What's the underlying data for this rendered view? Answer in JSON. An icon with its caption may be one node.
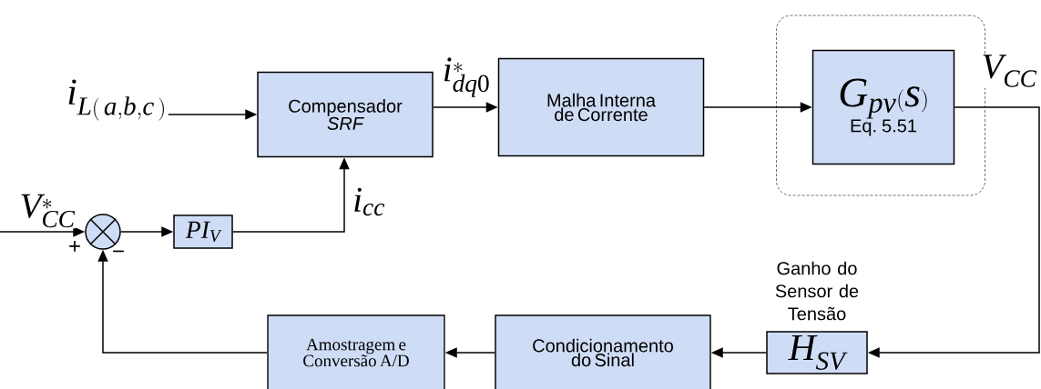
{
  "diagram": {
    "nodes": [
      {
        "text": [
          "i_{L(\\,a,b,c\\,)}"
        ]
      },
      {
        "text": [
          "Compensador",
          "SRF"
        ]
      },
      {
        "text": [
          "Malha Interna de Corrente"
        ]
      },
      {
        "text": [],
        "shape": "box"
      },
      {
        "text": [
          "G_{pv}(s)",
          "Eq. 5.51"
        ],
        "in": 3
      },
      {
        "text": [],
        "shape": "circle"
      },
      {
        "text": [
          "PI_{V}"
        ]
      },
      {
        "text": [
          "H_{SV}"
        ],
        "beside": [
          "Ganho do Sensor de Tensão"
        ]
      },
      {
        "text": [
          "Condicionamento do Sinal"
        ]
      },
      {
        "text": [
          "Amostragem e Conversão A/D"
        ]
      }
    ],
    "edges": [
      {
        "from": 0,
        "to": 1,
        "arrow": "to"
      },
      {
        "from": 1,
        "to": 2,
        "arrow": "to",
        "label": "i^{*}_{dq0}"
      },
      {
        "from": 2,
        "to": 4,
        "arrow": "to"
      },
      {
        "from": 4,
        "to": 7,
        "arrow": "to",
        "label": "V_{CC}"
      },
      {
        "from": null,
        "to": 5,
        "arrow": "to",
        "label": "V^{*}_{CC}"
      },
      {
        "from": 5,
        "to": 6,
        "arrow": "to"
      },
      {
        "from": 6,
        "to": 1,
        "arrow": "to",
        "label": "i_{cc}"
      },
      {
        "from": 7,
        "to": 8,
        "arrow": "to"
      },
      {
        "from": 8,
        "to": 9,
        "arrow": "to"
      },
      {
        "from": 9,
        "to": 5,
        "arrow": "to"
      }
    ],
    "labels": [
      "+",
      "−"
    ]
  }
}
